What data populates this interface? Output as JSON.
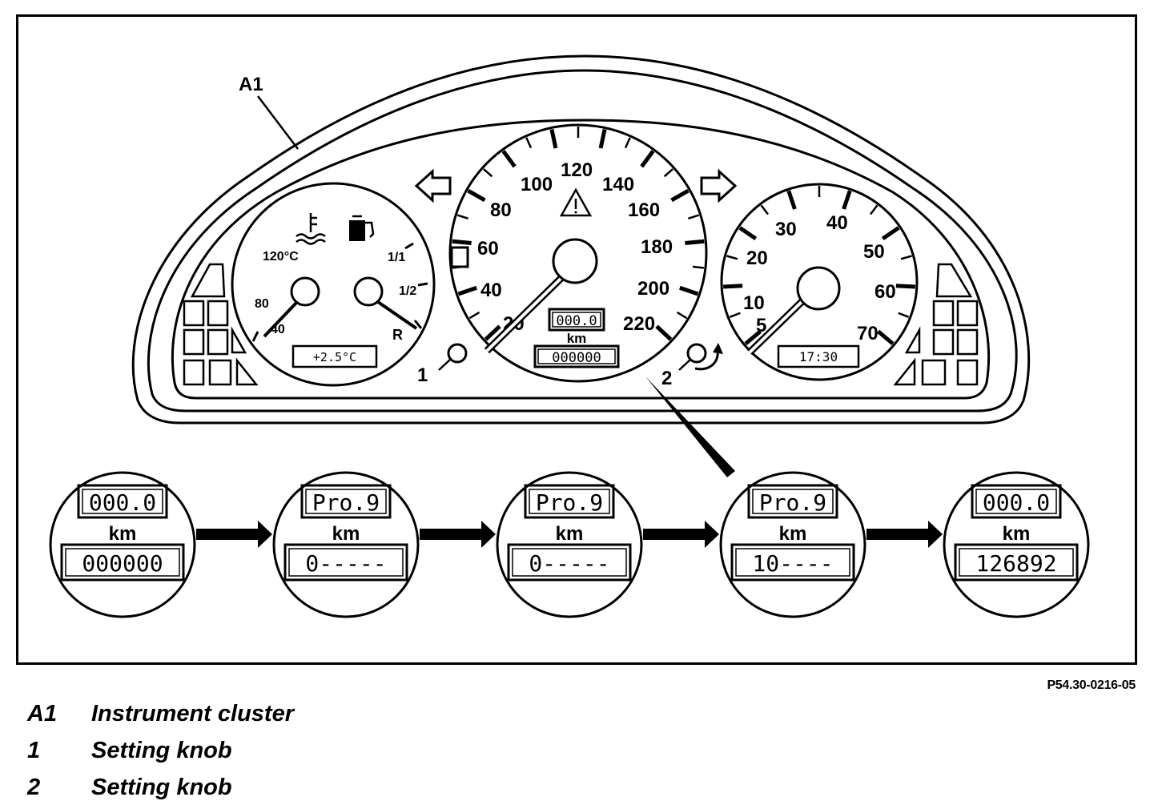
{
  "figure": {
    "reference_code": "P54.30-0216-05"
  },
  "callouts": {
    "a1": "A1",
    "knob_1": "1",
    "knob_2": "2"
  },
  "speedometer": {
    "labels": [
      "20",
      "40",
      "60",
      "80",
      "100",
      "120",
      "140",
      "160",
      "180",
      "200",
      "220"
    ],
    "odometer_trip": "000.0",
    "unit": "km",
    "odometer_total": "000000"
  },
  "tachometer": {
    "labels": [
      "5",
      "10",
      "20",
      "30",
      "40",
      "50",
      "60",
      "70"
    ],
    "clock": "17:30"
  },
  "left_gauge": {
    "temp_labels": [
      "120°C",
      "80",
      "40"
    ],
    "fuel_labels": [
      "1/1",
      "1/2",
      "R"
    ],
    "outside_temp": "+2.5°C"
  },
  "sequence": [
    {
      "top": "000.0",
      "unit": "km",
      "bottom": "000000"
    },
    {
      "top": "Pro.9",
      "unit": "km",
      "bottom": "0-----"
    },
    {
      "top": "Pro.9",
      "unit": "km",
      "bottom": "0-----"
    },
    {
      "top": "Pro.9",
      "unit": "km",
      "bottom": "10----"
    },
    {
      "top": "000.0",
      "unit": "km",
      "bottom": "126892"
    }
  ],
  "legend": [
    {
      "key": "A1",
      "text": "Instrument cluster"
    },
    {
      "key": "1",
      "text": "Setting knob"
    },
    {
      "key": "2",
      "text": "Setting knob"
    }
  ]
}
